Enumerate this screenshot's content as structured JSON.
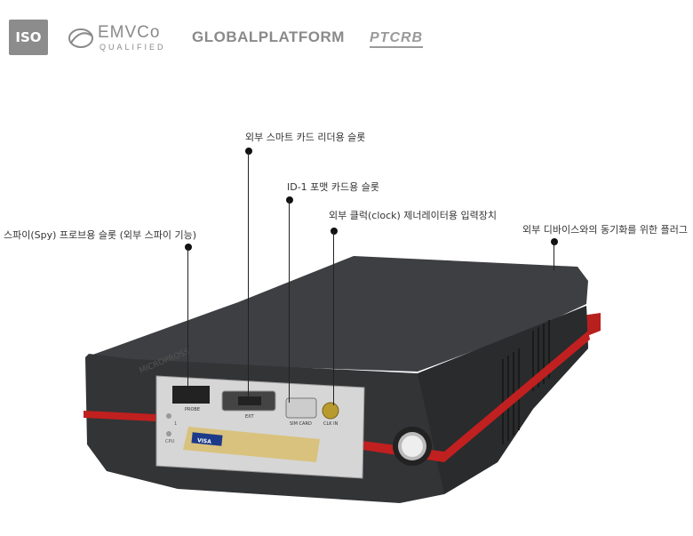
{
  "logos": {
    "iso": "ISO",
    "emvco_main": "EMVCo",
    "emvco_sub": "QUALIFIED",
    "globalplatform": "GLOBALPLATFORM",
    "ptcrb": "PTCRB"
  },
  "callouts": {
    "smartcard_slot": "외부 스마트 카드 리더용 슬롯",
    "id1_slot": "ID-1 포맷 카드용 슬롯",
    "clock_input": "외부 클럭(clock) 제너레이터용 입력장치",
    "spy_probe": "스파이(Spy) 프로브용 슬롯 (외부 스파이 기능)",
    "sync_plug": "외부 디바이스와의 동기화를 위한 플러그"
  },
  "device": {
    "brand": "MICROPROSS",
    "port_probe": "PROBE",
    "port_ext": "EXT",
    "port_sim": "SIM CARD",
    "port_clk": "CLK IN",
    "led_1": "1",
    "led_2": "CPU",
    "card_brand": "VISA"
  },
  "colors": {
    "body": "#3a3b3d",
    "stripe": "#c0201f",
    "panel": "#d9d9d9",
    "card": "#d8c07a"
  }
}
